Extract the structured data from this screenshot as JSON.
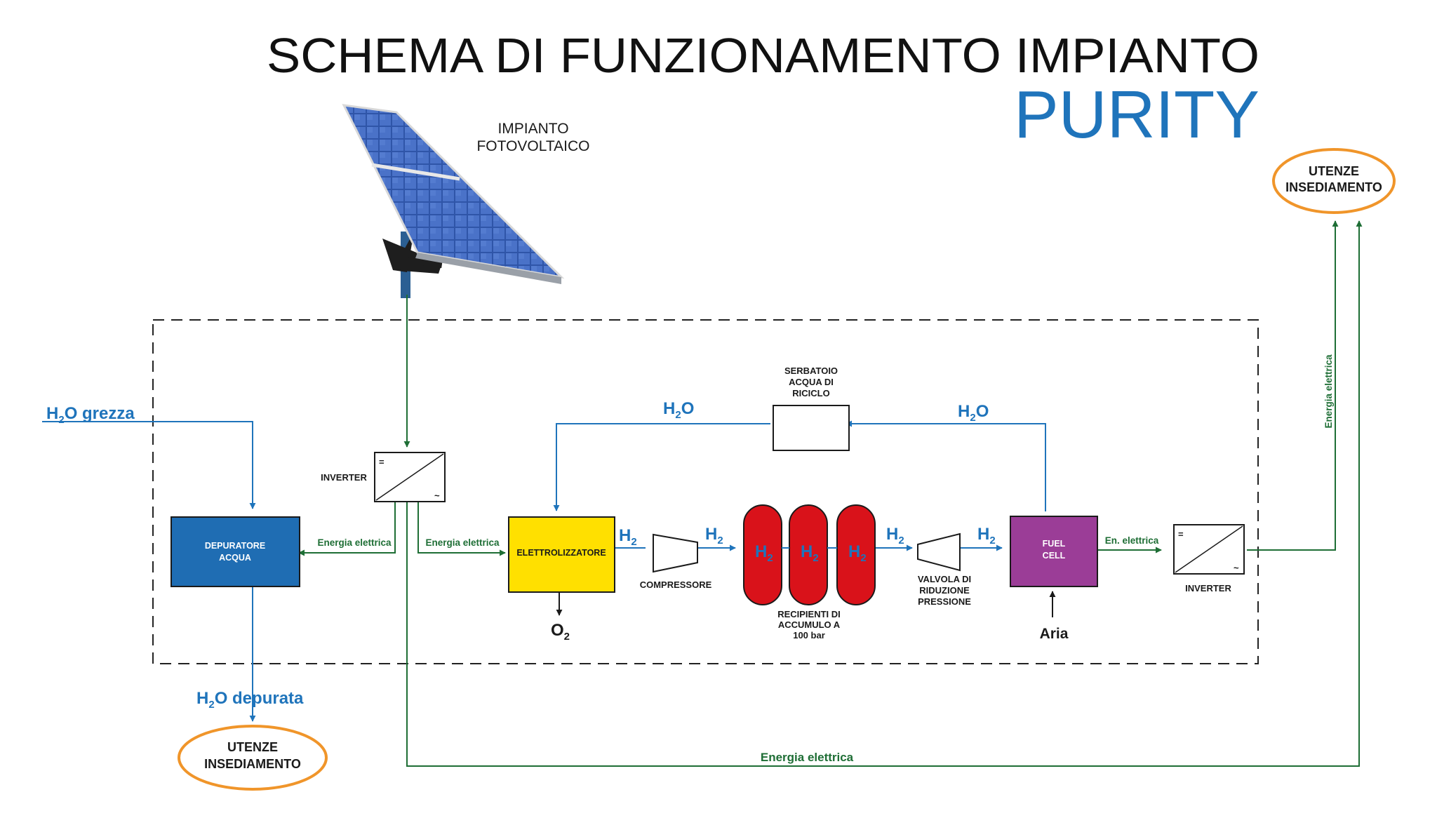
{
  "title": "SCHEMA DI FUNZIONAMENTO IMPIANTO",
  "brand": "PURITY",
  "colors": {
    "brand_blue": "#1f74bb",
    "water_line": "#1f74bb",
    "energy_line": "#1e6e35",
    "oval_border": "#f0952a",
    "depuratore_fill": "#1f6db3",
    "elettrolizzatore_fill": "#ffe000",
    "fuel_cell_fill": "#9b3d97",
    "tank_fill": "#d9121a"
  },
  "photovoltaic": {
    "line1": "IMPIANTO",
    "line2": "FOTOVOLTAICO"
  },
  "users_top": {
    "line1": "UTENZE",
    "line2": "INSEDIAMENTO"
  },
  "users_bottom": {
    "line1": "UTENZE",
    "line2": "INSEDIAMENTO"
  },
  "raw_water": {
    "h": "H",
    "sub": "2",
    "rest": "O grezza"
  },
  "pure_water": {
    "h": "H",
    "sub": "2",
    "rest": "O depurata"
  },
  "inverter_left": {
    "label": "INVERTER",
    "dc": "=",
    "ac": "~"
  },
  "inverter_right": {
    "label": "INVERTER",
    "dc": "=",
    "ac": "~"
  },
  "depuratore": {
    "line1": "DEPURATORE",
    "line2": "ACQUA"
  },
  "elettrolizzatore": {
    "label": "ELETTROLIZZATORE"
  },
  "fuel_cell": {
    "line1": "FUEL",
    "line2": "CELL"
  },
  "tank_recycle": {
    "line1": "SERBATOIO",
    "line2": "ACQUA DI",
    "line3": "RICICLO"
  },
  "compressore": {
    "label": "COMPRESSORE"
  },
  "valve": {
    "line1": "VALVOLA DI",
    "line2": "RIDUZIONE",
    "line3": "PRESSIONE"
  },
  "accumulators": {
    "line1": "RECIPIENTI DI",
    "line2": "ACCUMULO A",
    "line3": "100 bar",
    "tank_symbol": "H",
    "tank_sub": "2"
  },
  "flows": {
    "energy_to_depuratore": "Energia elettrica",
    "energy_to_elettrolizzatore": "Energia elettrica",
    "energy_fc_to_inverter": "En. elettrica",
    "energy_vertical": "Energia elettrica",
    "energy_bottom": "Energia elettrica",
    "h2": "H",
    "h2_sub": "2",
    "h2o_left": "H",
    "h2o_right": "H",
    "h2o_sub": "2",
    "h2o_rest": "O",
    "o2": "O",
    "o2_sub": "2",
    "aria": "Aria"
  }
}
